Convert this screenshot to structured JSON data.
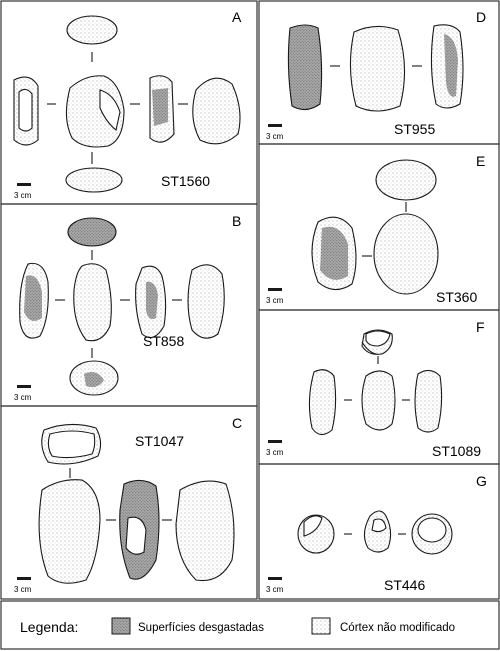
{
  "panels": [
    {
      "letter": "A",
      "specimen": "ST1560",
      "scale": "3 cm"
    },
    {
      "letter": "B",
      "specimen": "ST858",
      "scale": "3 cm"
    },
    {
      "letter": "C",
      "specimen": "ST1047",
      "scale": "3 cm"
    },
    {
      "letter": "D",
      "specimen": "ST955",
      "scale": "3 cm"
    },
    {
      "letter": "E",
      "specimen": "ST360",
      "scale": "3 cm"
    },
    {
      "letter": "F",
      "specimen": "ST1089",
      "scale": "3 cm"
    },
    {
      "letter": "G",
      "specimen": "ST446",
      "scale": "3 cm"
    }
  ],
  "legend": {
    "title": "Legenda:",
    "items": [
      {
        "label": "Superfícies desgastadas",
        "pattern": "worn-surface"
      },
      {
        "label": "Córtex não modificado",
        "pattern": "unmodified-cortex"
      }
    ]
  },
  "colors": {
    "line": "#1a1a1a",
    "worn": "#8a8a8a",
    "cortex": "#c8c8c8"
  }
}
